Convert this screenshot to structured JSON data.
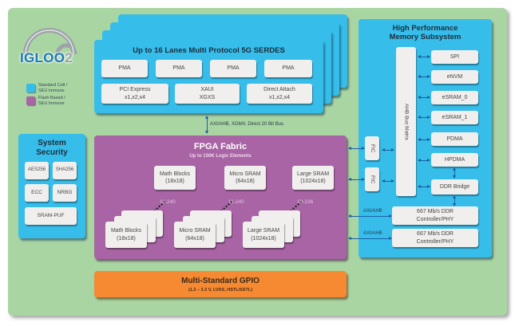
{
  "logo": {
    "text": "IGLOO",
    "suffix": "2"
  },
  "legend": [
    {
      "label": "Standard Cell /\nSEU Immune",
      "color": "#36bdea"
    },
    {
      "label": "Flash Based /\nSEU Immune",
      "color": "#a864a4"
    }
  ],
  "serdes": {
    "title": "Up to 16 Lanes Multi Protocol 5G SERDES",
    "pma": [
      "PMA",
      "PMA",
      "PMA",
      "PMA"
    ],
    "protocols": [
      "PCI Express\nx1,x2,x4",
      "XAUI\nXGXS",
      "Direct Attach\nx1,x2,x4"
    ],
    "bus_label": "AXI/AHB, XGMII, Direct 20 Bit Bus"
  },
  "security": {
    "title": "System\nSecurity",
    "items": [
      "AES256",
      "SHA256",
      "ECC",
      "NRBG",
      "SRAM-PUF"
    ]
  },
  "fpga": {
    "title": "FPGA Fabric",
    "subtitle": "Up to 150K Logic Elements",
    "blocks": [
      {
        "name": "Math Blocks\n(18x18)",
        "range": "11-240"
      },
      {
        "name": "Micro SRAM\n(64x18)",
        "range": "11-240"
      },
      {
        "name": "Large SRAM\n(1024x18)",
        "range": "10-236"
      }
    ]
  },
  "memory": {
    "title": "High Performance\nMemory Subsystem",
    "bus_matrix": "AHB Bus Matrix",
    "fic": [
      "FIC",
      "FIC"
    ],
    "peripherals": [
      "SPI",
      "eNVM",
      "eSRAM_0",
      "eSRAM_1",
      "PDMA",
      "HPDMA",
      "DDR Bridge"
    ],
    "ddr": [
      {
        "label": "667 Mb/s DDR\nController/PHY",
        "bus": "AXI/AHB"
      },
      {
        "label": "667 Mb/s DDR\nController/PHY",
        "bus": "AXI/AHB"
      }
    ]
  },
  "gpio": {
    "title": "Multi-Standard GPIO",
    "subtitle": "(1.2 – 3.3 V, LVDS, HSTL/SSTL)"
  }
}
